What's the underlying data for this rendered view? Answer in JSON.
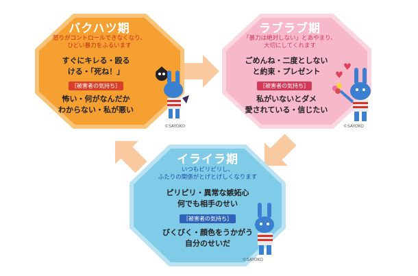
{
  "colors": {
    "orange_fill": "#f6a032",
    "orange_edge": "#f9c47a",
    "orange_text": "#c62a1a",
    "pink_fill": "#f7b8ca",
    "pink_edge": "#fbd6e0",
    "pink_text": "#d23a5a",
    "blue_fill": "#7fcbe8",
    "blue_edge": "#b9e3f3",
    "blue_text": "#1f4fa8",
    "arrow": "#f9c9a0"
  },
  "phases": {
    "explosion": {
      "title": "バクハツ期",
      "desc_1": "怒りがコントロールできなくなり、",
      "desc_2": "ひどい暴力をふるいます",
      "main_1": "すぐにキレる・殴る",
      "main_2": "ける・「死ね！」",
      "tag": "［被害者の気持ち］",
      "feel_1": "怖い・何がなんだか",
      "feel_2": "わからない・私が悪い",
      "credit": "©SAYOKO"
    },
    "love": {
      "title": "ラブラブ期",
      "desc_1": "「暴力は絶対しない」とあやまり、",
      "desc_2": "大切にしてくれます",
      "main_1": "ごめんね・二度としない",
      "main_2": "と約束・プレゼント",
      "tag": "［被害者の気持ち］",
      "feel_1": "私がいないとダメ",
      "feel_2": "愛されている・信じたい",
      "credit": "©SAYOKO"
    },
    "tension": {
      "title": "イライラ期",
      "desc_1": "いつもピリピリし、",
      "desc_2": "ふたりの関係がとげとげしくなります",
      "main_1": "ピリピリ・異常な嫉妬心",
      "main_2": "何でも相手のせい",
      "tag": "［被害者の気持ち］",
      "feel_1": "びくびく・顔色をうかがう",
      "feel_2": "自分のせいだ",
      "credit": "©SAYOKO"
    }
  }
}
